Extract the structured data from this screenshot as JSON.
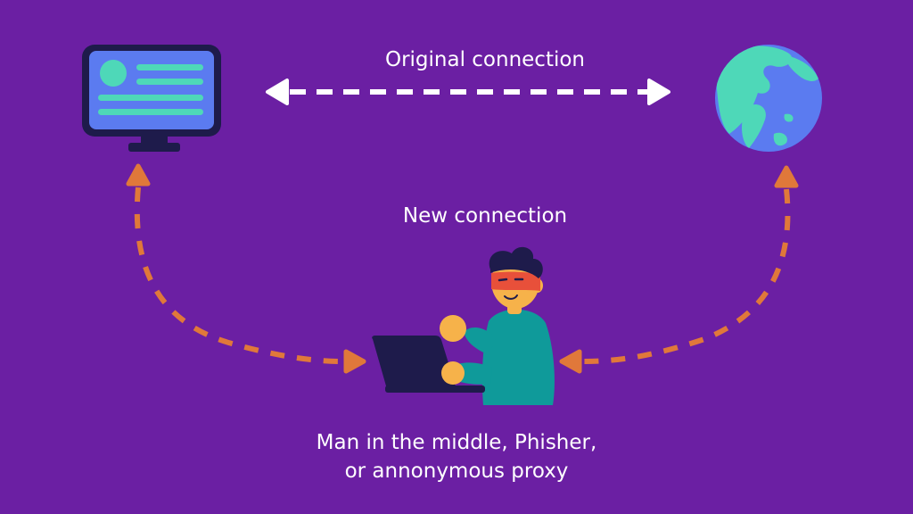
{
  "labels": {
    "original_connection": "Original connection",
    "new_connection": "New connection",
    "attacker_line1": "Man in the middle, Phisher,",
    "attacker_line2": "or annonymous proxy"
  },
  "nodes": {
    "client": "monitor-icon",
    "server": "globe-icon",
    "attacker": "hacker-with-laptop-illustration"
  },
  "colors": {
    "background": "#6b1fa3",
    "original_arrow": "#ffffff",
    "new_arrow": "#e0783a",
    "monitor_body": "#1e1b4b",
    "monitor_screen": "#5b7bf0",
    "monitor_content": "#4ed8b8",
    "globe_ocean": "#5b7bf0",
    "globe_land": "#4ed8b8",
    "person_shirt": "#0f9a9a",
    "person_skin": "#f6b24a",
    "person_mask": "#e8503a",
    "person_hair": "#1e1b4b",
    "laptop": "#1e1b4b"
  }
}
